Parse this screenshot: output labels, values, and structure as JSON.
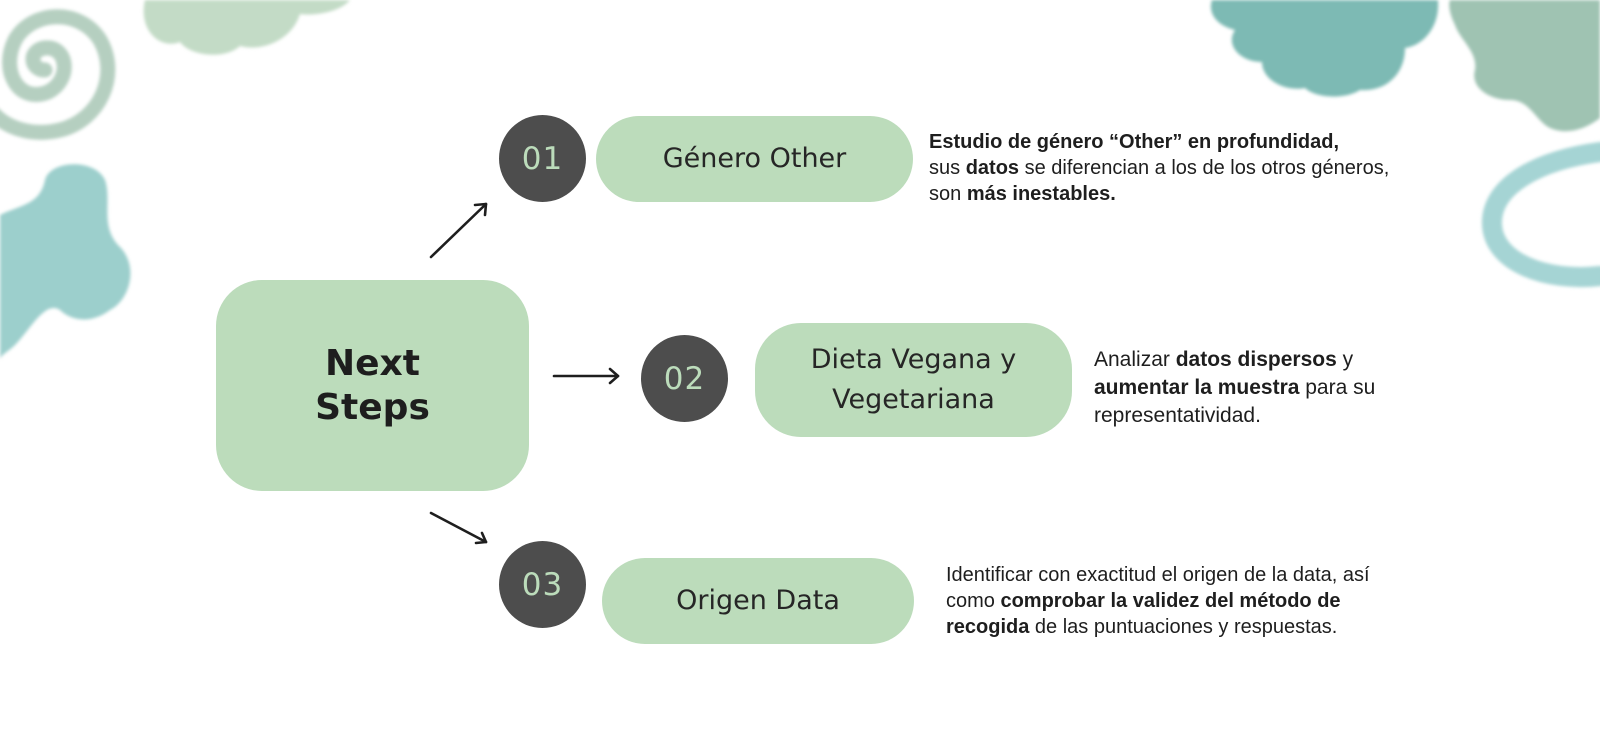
{
  "hub": {
    "title": "Next Steps"
  },
  "steps": [
    {
      "number": "01",
      "title": "Género Other",
      "desc": {
        "line1_b1": "Estudio de género “Other” en profundidad,",
        "line2_t1": "sus ",
        "line2_b1": "datos",
        "line2_t2": " se diferencian a los de los otros géneros,",
        "line3_t1": "son ",
        "line3_b1": "más inestables."
      }
    },
    {
      "number": "02",
      "title": "Dieta Vegana y Vegetariana",
      "desc": {
        "t1": "Analizar ",
        "b1": "datos dispersos",
        "t2": " y ",
        "b2": "aumentar la muestra",
        "t3": " para su representatividad."
      }
    },
    {
      "number": "03",
      "title": "Origen Data",
      "desc": {
        "t1": "Identificar con exactitud el origen de la data, así como ",
        "b1": "comprobar la validez del método de recogida",
        "t2": " de las puntuaciones y respuestas."
      }
    }
  ],
  "colors": {
    "pill": "#bcdcbb",
    "circle": "#4d4d4d",
    "number": "#bcdcbb",
    "text": "#1e1e1e"
  }
}
